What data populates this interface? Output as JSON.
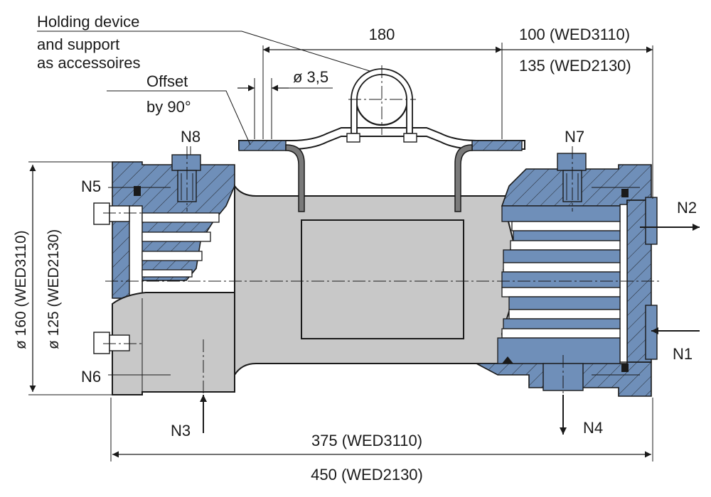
{
  "annotations": {
    "holding_device": [
      "Holding device",
      "and support",
      "as accessoires"
    ],
    "offset": [
      "Offset",
      "by 90°"
    ]
  },
  "dimensions": {
    "top_width": "180",
    "hole_diameter": "ø 3,5",
    "right_offset_wed3110": "100 (WED3110)",
    "right_offset_wed2130": "135 (WED2130)",
    "outer_diameter": "ø 160 (WED3110)",
    "inner_diameter": "ø 125 (WED2130)",
    "length_wed3110": "375 (WED3110)",
    "length_wed2130": "450 (WED2130)"
  },
  "ports": {
    "n1": "N1",
    "n2": "N2",
    "n3": "N3",
    "n4": "N4",
    "n5": "N5",
    "n6": "N6",
    "n7": "N7",
    "n8": "N8"
  },
  "colors": {
    "steel_blue": "#6f8fb9",
    "shell_grey": "#c8c8c8",
    "line": "#1a1a1a"
  }
}
